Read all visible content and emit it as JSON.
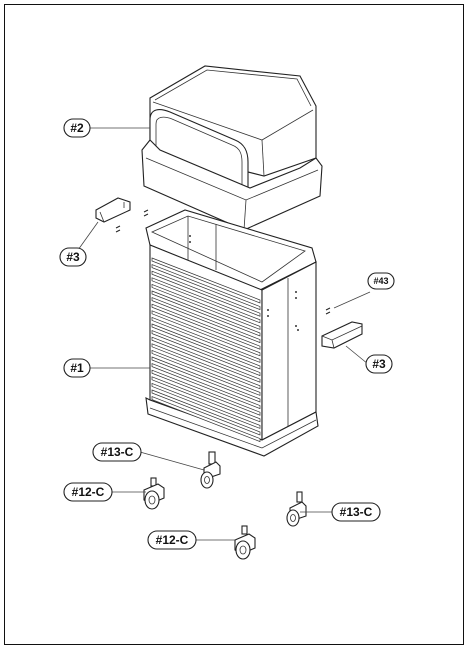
{
  "callouts": {
    "lid": "#2",
    "handle_left": "#3",
    "handle_right": "#3",
    "screws": "#43",
    "body": "#1",
    "caster_13c_a": "#13-C",
    "caster_12c_a": "#12-C",
    "caster_13c_b": "#13-C",
    "caster_12c_b": "#12-C"
  }
}
